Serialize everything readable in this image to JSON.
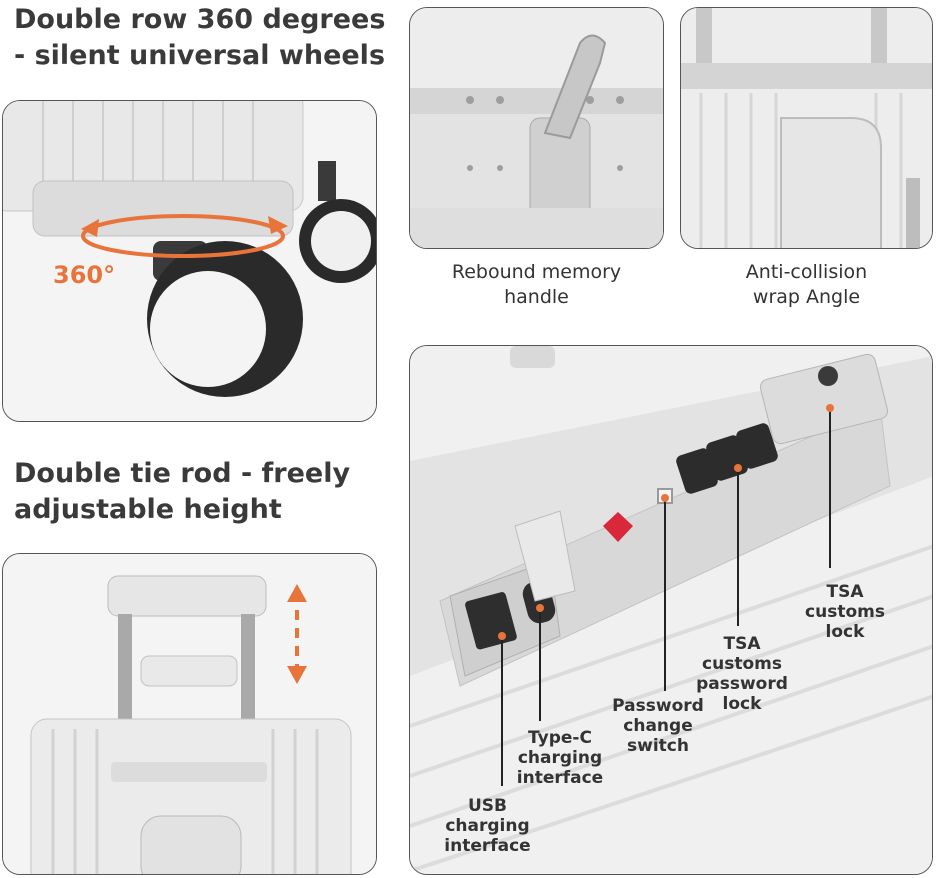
{
  "headings": {
    "wheels": "Double row 360 degrees\n - silent universal wheels",
    "tie_rod": "Double tie rod - freely\nadjustable height"
  },
  "wheels_panel": {
    "degree_label": "360°"
  },
  "captions": {
    "handle": "Rebound memory\nhandle",
    "corner": "Anti-collision\nwrap Angle"
  },
  "callouts": {
    "tsa_lock": "TSA\ncustoms\nlock",
    "tsa_password_lock": "TSA\ncustoms\npassword\nlock",
    "password_switch": "Password\nchange\nswitch",
    "typec": "Type-C\ncharging\ninterface",
    "usb": "USB\ncharging\ninterface"
  },
  "colors": {
    "accent_orange": "#e8743b",
    "panel_border": "#555555",
    "case_white": "#eeeeee",
    "wheel_black": "#2a2a2a",
    "tsa_red": "#d8283a"
  }
}
